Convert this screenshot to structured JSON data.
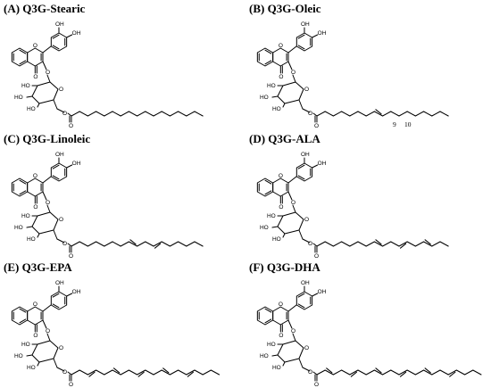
{
  "panels": [
    {
      "title": "(A) Q3G-Stearic",
      "chain_bonds": 16,
      "double_bonds": []
    },
    {
      "title": "(B) Q3G-Oleic",
      "chain_bonds": 16,
      "double_bonds": [
        8
      ],
      "locants": [
        "9",
        "10"
      ]
    },
    {
      "title": "(C) Q3G-Linoleic",
      "chain_bonds": 16,
      "double_bonds": [
        8,
        11
      ]
    },
    {
      "title": "(D) Q3G-ALA",
      "chain_bonds": 16,
      "double_bonds": [
        8,
        11,
        14
      ]
    },
    {
      "title": "(E) Q3G-EPA",
      "chain_bonds": 18,
      "double_bonds": [
        3,
        6,
        9,
        12,
        15
      ]
    },
    {
      "title": "(F) Q3G-DHA",
      "chain_bonds": 20,
      "double_bonds": [
        2,
        5,
        8,
        11,
        14,
        17
      ]
    }
  ],
  "atoms": {
    "hydroxyl": "OH",
    "ho": "HO",
    "oxygen": "O"
  }
}
